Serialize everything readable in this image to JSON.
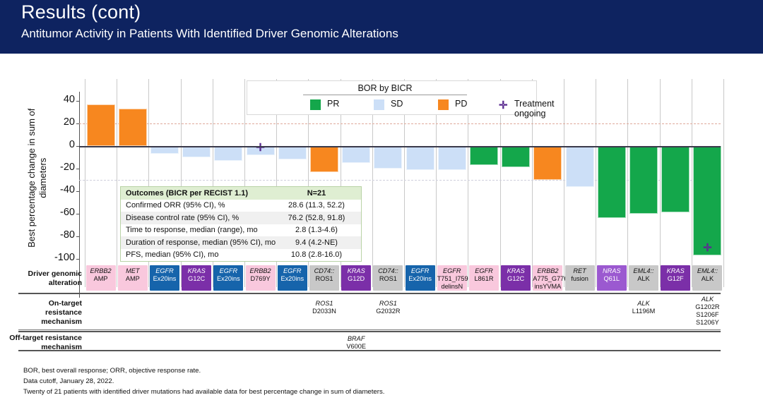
{
  "header": {
    "title": "Results (cont)",
    "subtitle": "Antitumor Activity in Patients With Identified Driver Genomic Alterations",
    "bg_color": "#0e2360"
  },
  "legend": {
    "title": "BOR by BICR",
    "items": [
      {
        "label": "PR",
        "color": "#14a74b",
        "marker": "square"
      },
      {
        "label": "SD",
        "color": "#ccdff7",
        "marker": "square"
      },
      {
        "label": "PD",
        "color": "#f7871f",
        "marker": "square"
      },
      {
        "label": "Treatment ongoing",
        "color": "#5b2d91",
        "marker": "plus"
      }
    ]
  },
  "outcomes": {
    "title": "Outcomes (BICR per RECIST 1.1)",
    "n_label": "N=21",
    "rows": [
      {
        "label": "Confirmed ORR (95% CI), %",
        "value": "28.6 (11.3, 52.2)"
      },
      {
        "label": "Disease control rate (95% CI), %",
        "value": "76.2 (52.8, 91.8)"
      },
      {
        "label": "Time to response, median (range), mo",
        "value": "2.8 (1.3-4.6)"
      },
      {
        "label": "Duration of response, median (95% CI), mo",
        "value": "9.4 (4.2-NE)"
      },
      {
        "label": "PFS, median (95% CI), mo",
        "value": "10.8 (2.8-16.0)"
      }
    ]
  },
  "chart_data": {
    "type": "bar",
    "title": "",
    "xlabel": "",
    "ylabel": "Best percentage change in sum of diameters",
    "ylim": [
      -100,
      40
    ],
    "yticks": [
      40,
      20,
      0,
      -20,
      -40,
      -60,
      -80,
      -100
    ],
    "reference_lines": [
      20,
      -30
    ],
    "grid": true,
    "legend_position": "top-center",
    "categories": [
      "ERBB2 AMP",
      "MET AMP",
      "EGFR Ex20ins",
      "KRAS G12C",
      "EGFR Ex20ins",
      "ERBB2 D769Y",
      "EGFR Ex20ins",
      "CD74::ROS1",
      "KRAS G12D",
      "CD74::ROS1",
      "EGFR Ex20ins",
      "EGFR T751_I759delinsN",
      "EGFR L861R",
      "KRAS G12C",
      "ERBB2 A775_G776insYVMA",
      "RET fusion",
      "NRAS Q61L",
      "EML4::ALK",
      "KRAS G12F",
      "EML4::ALK"
    ],
    "values": [
      37,
      33,
      -7,
      -10,
      -13,
      -8,
      -12,
      -23,
      -15,
      -20,
      -21,
      -21,
      -17,
      -19,
      -30,
      -36,
      -64,
      -60,
      -59,
      -97
    ],
    "bor": [
      "PD",
      "PD",
      "SD",
      "SD",
      "SD",
      "SD",
      "SD",
      "PD",
      "SD",
      "SD",
      "SD",
      "SD",
      "PR",
      "PR",
      "PD",
      "SD",
      "PR",
      "PR",
      "PR",
      "PR"
    ],
    "treatment_ongoing": [
      false,
      false,
      false,
      false,
      false,
      true,
      false,
      false,
      false,
      false,
      false,
      false,
      false,
      false,
      false,
      false,
      false,
      false,
      false,
      true
    ]
  },
  "table": {
    "row_labels": {
      "driver": "Driver genomic\nalteration",
      "ontarget": "On-target\nresistance\nmechanism",
      "offtarget": "Off-target resistance\nmechanism"
    },
    "driver": [
      {
        "gene": "ERBB2",
        "mut": "AMP",
        "bg": "#f9c8dd",
        "fg": "#111111"
      },
      {
        "gene": "MET",
        "mut": "AMP",
        "bg": "#f9c8dd",
        "fg": "#111111"
      },
      {
        "gene": "EGFR",
        "mut": "Ex20ins",
        "bg": "#1664ab",
        "fg": "#ffffff"
      },
      {
        "gene": "KRAS",
        "mut": "G12C",
        "bg": "#7b2fa8",
        "fg": "#ffffff"
      },
      {
        "gene": "EGFR",
        "mut": "Ex20ins",
        "bg": "#1664ab",
        "fg": "#ffffff"
      },
      {
        "gene": "ERBB2",
        "mut": "D769Y",
        "bg": "#f9c8dd",
        "fg": "#111111"
      },
      {
        "gene": "EGFR",
        "mut": "Ex20ins",
        "bg": "#1664ab",
        "fg": "#ffffff"
      },
      {
        "gene": "CD74::",
        "mut": "ROS1",
        "bg": "#c8c8c8",
        "fg": "#111111"
      },
      {
        "gene": "KRAS",
        "mut": "G12D",
        "bg": "#7b2fa8",
        "fg": "#ffffff"
      },
      {
        "gene": "CD74::",
        "mut": "ROS1",
        "bg": "#c8c8c8",
        "fg": "#111111"
      },
      {
        "gene": "EGFR",
        "mut": "Ex20ins",
        "bg": "#1664ab",
        "fg": "#ffffff"
      },
      {
        "gene": "EGFR",
        "mut": "T751_I759\ndelinsN",
        "bg": "#f9c8dd",
        "fg": "#111111"
      },
      {
        "gene": "EGFR",
        "mut": "L861R",
        "bg": "#f9c8dd",
        "fg": "#111111"
      },
      {
        "gene": "KRAS",
        "mut": "G12C",
        "bg": "#7b2fa8",
        "fg": "#ffffff"
      },
      {
        "gene": "ERBB2",
        "mut": "A775_G776\ninsYVMA",
        "bg": "#f9c8dd",
        "fg": "#111111"
      },
      {
        "gene": "RET",
        "mut": "fusion",
        "bg": "#c8c8c8",
        "fg": "#111111"
      },
      {
        "gene": "NRAS",
        "mut": "Q61L",
        "bg": "#a museum",
        "fg": "#ffffff"
      },
      {
        "gene": "EML4::",
        "mut": "ALK",
        "bg": "#c8c8c8",
        "fg": "#111111"
      },
      {
        "gene": "KRAS",
        "mut": "G12F",
        "bg": "#7b2fa8",
        "fg": "#ffffff"
      },
      {
        "gene": "EML4::",
        "mut": "ALK",
        "bg": "#c8c8c8",
        "fg": "#111111"
      }
    ],
    "ontarget": [
      {
        "col": 7,
        "gene": "ROS1",
        "mut": "D2033N"
      },
      {
        "col": 9,
        "gene": "ROS1",
        "mut": "G2032R"
      },
      {
        "col": 17,
        "gene": "ALK",
        "mut": "L1196M"
      },
      {
        "col": 19,
        "gene": "ALK",
        "mut": "G1202R\nS1206F\nS1206Y"
      }
    ],
    "offtarget": [
      {
        "col": 8,
        "gene": "BRAF",
        "mut": "V600E"
      }
    ]
  },
  "footnotes": [
    "BOR, best overall response; ORR, objective response rate.",
    "Data cutoff, January 28, 2022.",
    "Twenty of 21 patients with identified driver mutations had available data for best percentage change in sum of diameters."
  ]
}
